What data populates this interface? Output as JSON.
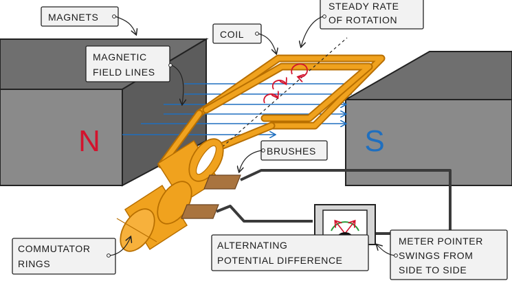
{
  "labels": {
    "magnets": "MAGNETS",
    "coil": "COIL",
    "steady_rate_line1": "STEADY RATE",
    "steady_rate_line2": "OF ROTATION",
    "field_lines_line1": "MAGNETIC",
    "field_lines_line2": "FIELD LINES",
    "brushes": "BRUSHES",
    "commutator_line1": "COMMUTATOR",
    "commutator_line2": "RINGS",
    "alternating_line1": "ALTERNATING",
    "alternating_line2": "POTENTIAL DIFFERENCE",
    "meter_line1": "METER POINTER",
    "meter_line2": "SWINGS FROM",
    "meter_line3": "SIDE TO SIDE"
  },
  "poles": {
    "north": "N",
    "south": "S"
  },
  "colors": {
    "magnet_top": "#6f6f6f",
    "magnet_front": "#8a8a8a",
    "magnet_side": "#5c5c5c",
    "coil": "#f0a21e",
    "coil_edge": "#b86f00",
    "field_line": "#1f6fbf",
    "north": "#d3132d",
    "south": "#1f6fbf",
    "rotation_arrow": "#d3132d",
    "brush": "#a9743f",
    "wire": "#3a3a3a"
  }
}
